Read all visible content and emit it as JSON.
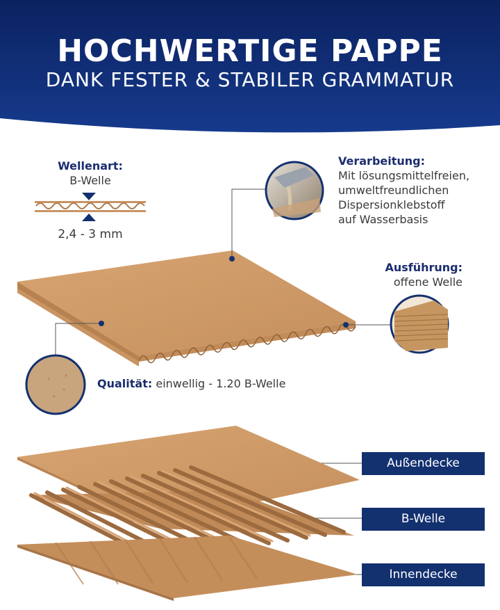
{
  "header": {
    "title": "HOCHWERTIGE PAPPE",
    "subtitle": "DANK FESTER & STABILER GRAMMATUR",
    "bg_color": "#0f2b75"
  },
  "specs": {
    "wellenart_heading": "Wellenart:",
    "wellenart_value": "B-Welle",
    "wellenart_height": "2,4 - 3 mm",
    "verarbeitung_heading": "Verarbeitung:",
    "verarbeitung_lines": [
      "Mit lösungsmittelfreien,",
      "umweltfreundlichen",
      "Dispersionklebstoff",
      "auf Wasserbasis"
    ],
    "ausfuehrung_heading": "Ausführung:",
    "ausfuehrung_value": "offene Welle",
    "qualitaet_heading": "Qualität:",
    "qualitaet_value": "einwellig - 1.20 B-Welle"
  },
  "layers": {
    "top": "Außendecke",
    "middle": "B-Welle",
    "bottom": "Innendecke"
  },
  "colors": {
    "cardboard": "#c99462",
    "cardboard_dark": "#a87446",
    "accent": "#13306f"
  }
}
